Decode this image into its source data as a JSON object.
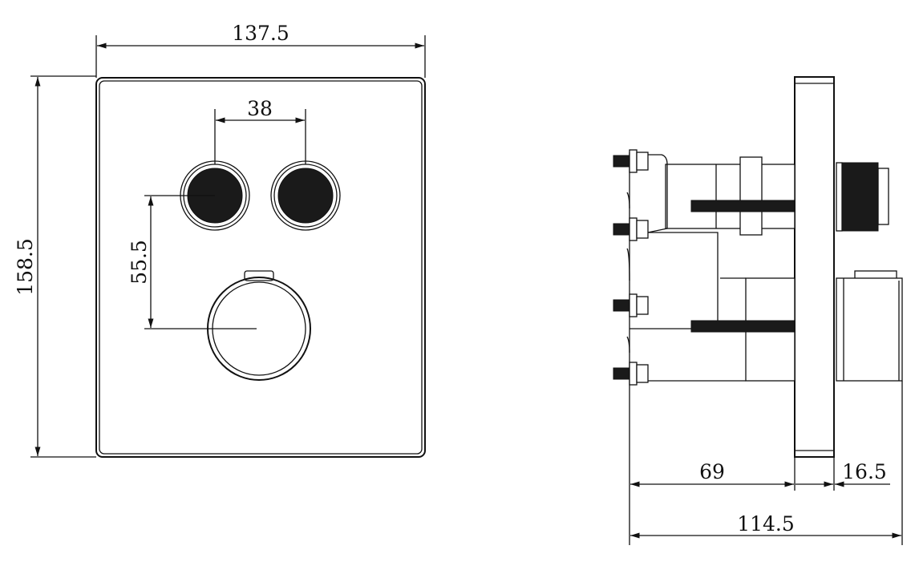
{
  "front_view": {
    "width_label": "137.5",
    "height_label": "158.5",
    "button_spacing_label": "38",
    "button_to_dial_label": "55.5"
  },
  "side_view": {
    "body_depth_label": "69",
    "front_projection_label": "16.5",
    "total_depth_label": "114.5"
  },
  "colors": {
    "line": "#111111",
    "background": "#ffffff"
  }
}
